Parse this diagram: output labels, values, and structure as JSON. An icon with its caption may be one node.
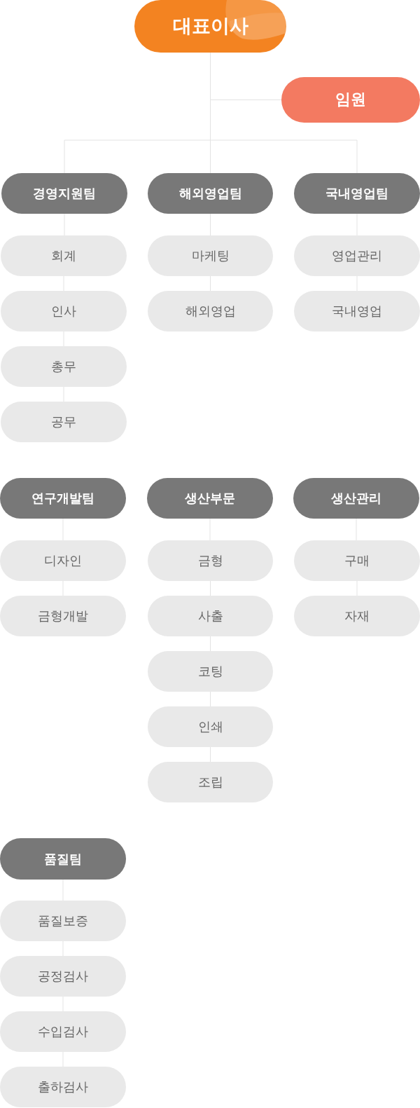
{
  "diagram": {
    "nodes": [
      {
        "text": [
          "대표이사"
        ]
      },
      {
        "text": [
          "임원"
        ]
      },
      {
        "text": [
          "경영지원팀"
        ]
      },
      {
        "text": [
          "해외영업팀"
        ]
      },
      {
        "text": [
          "국내영업팀"
        ]
      },
      {
        "text": [
          "회계"
        ]
      },
      {
        "text": [
          "인사"
        ]
      },
      {
        "text": [
          "총무"
        ]
      },
      {
        "text": [
          "공무"
        ]
      },
      {
        "text": [
          "마케팅"
        ]
      },
      {
        "text": [
          "해외영업"
        ]
      },
      {
        "text": [
          "영업관리"
        ]
      },
      {
        "text": [
          "국내영업"
        ]
      },
      {
        "text": [
          "연구개발팀"
        ]
      },
      {
        "text": [
          "생산부문"
        ]
      },
      {
        "text": [
          "생산관리"
        ]
      },
      {
        "text": [
          "디자인"
        ]
      },
      {
        "text": [
          "금형개발"
        ]
      },
      {
        "text": [
          "금형"
        ]
      },
      {
        "text": [
          "사출"
        ]
      },
      {
        "text": [
          "코팅"
        ]
      },
      {
        "text": [
          "인쇄"
        ]
      },
      {
        "text": [
          "조립"
        ]
      },
      {
        "text": [
          "구매"
        ]
      },
      {
        "text": [
          "자재"
        ]
      },
      {
        "text": [
          "품질팀"
        ]
      },
      {
        "text": [
          "품질보증"
        ]
      },
      {
        "text": [
          "공정검사"
        ]
      },
      {
        "text": [
          "수입검사"
        ]
      },
      {
        "text": [
          "출하검사"
        ]
      }
    ],
    "edges": [
      {
        "from": 0,
        "to": 1,
        "arrow": "none"
      },
      {
        "from": 0,
        "to": 2,
        "arrow": "none"
      },
      {
        "from": 0,
        "to": 3,
        "arrow": "none"
      },
      {
        "from": 0,
        "to": 4,
        "arrow": "none"
      },
      {
        "from": 2,
        "to": 5,
        "arrow": "none"
      },
      {
        "from": 5,
        "to": 6,
        "arrow": "none"
      },
      {
        "from": 6,
        "to": 7,
        "arrow": "none"
      },
      {
        "from": 7,
        "to": 8,
        "arrow": "none"
      },
      {
        "from": 3,
        "to": 9,
        "arrow": "none"
      },
      {
        "from": 9,
        "to": 10,
        "arrow": "none"
      },
      {
        "from": 4,
        "to": 11,
        "arrow": "none"
      },
      {
        "from": 11,
        "to": 12,
        "arrow": "none"
      },
      {
        "from": 13,
        "to": 16,
        "arrow": "none"
      },
      {
        "from": 16,
        "to": 17,
        "arrow": "none"
      },
      {
        "from": 14,
        "to": 18,
        "arrow": "none"
      },
      {
        "from": 18,
        "to": 19,
        "arrow": "none"
      },
      {
        "from": 19,
        "to": 20,
        "arrow": "none"
      },
      {
        "from": 20,
        "to": 21,
        "arrow": "none"
      },
      {
        "from": 21,
        "to": 22,
        "arrow": "none"
      },
      {
        "from": 15,
        "to": 23,
        "arrow": "none"
      },
      {
        "from": 23,
        "to": 24,
        "arrow": "none"
      },
      {
        "from": 25,
        "to": 26,
        "arrow": "none"
      },
      {
        "from": 26,
        "to": 27,
        "arrow": "none"
      },
      {
        "from": 27,
        "to": 28,
        "arrow": "none"
      },
      {
        "from": 28,
        "to": 29,
        "arrow": "none"
      }
    ]
  }
}
